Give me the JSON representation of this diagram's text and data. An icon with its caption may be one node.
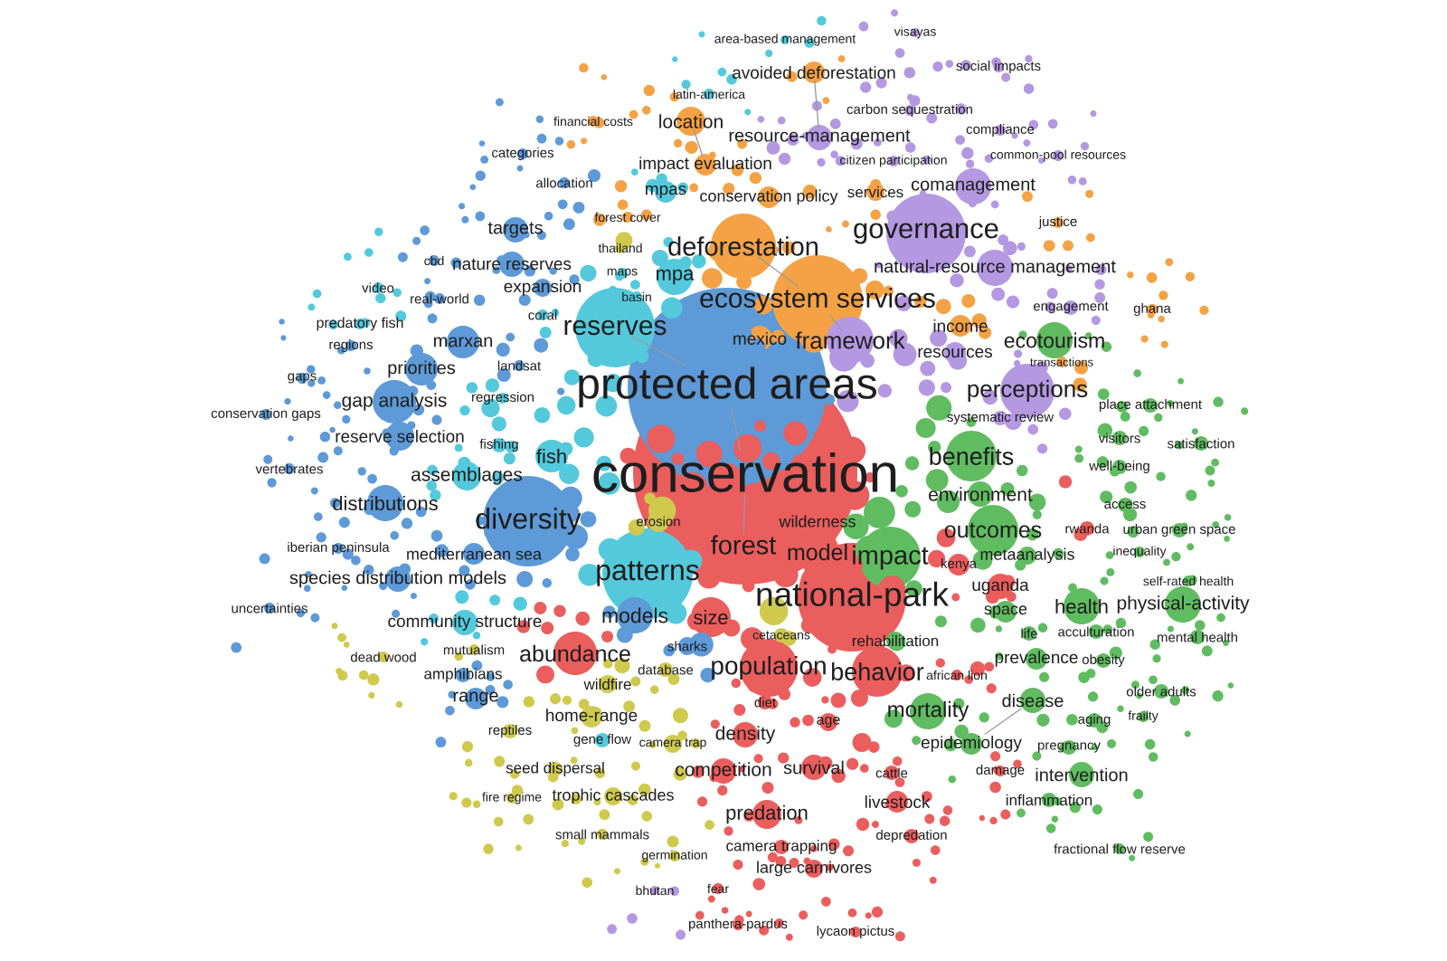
{
  "diagram": {
    "nodes": [
      {
        "text": [
          "visayas"
        ]
      },
      {
        "text": [
          "area-based management"
        ]
      },
      {
        "text": [
          "social impacts"
        ]
      },
      {
        "text": [
          "avoided deforestation"
        ]
      },
      {
        "text": [
          "latin-america"
        ]
      },
      {
        "text": [
          "carbon sequestration"
        ]
      },
      {
        "text": [
          "financial costs"
        ]
      },
      {
        "text": [
          "location"
        ]
      },
      {
        "text": [
          "compliance"
        ]
      },
      {
        "text": [
          "resource-management"
        ]
      },
      {
        "text": [
          "categories"
        ]
      },
      {
        "text": [
          "common-pool resources"
        ]
      },
      {
        "text": [
          "citizen participation"
        ]
      },
      {
        "text": [
          "impact evaluation"
        ]
      },
      {
        "text": [
          "allocation"
        ]
      },
      {
        "text": [
          "comanagement"
        ]
      },
      {
        "text": [
          "mpas"
        ]
      },
      {
        "text": [
          "services"
        ]
      },
      {
        "text": [
          "conservation policy"
        ]
      },
      {
        "text": [
          "forest cover"
        ]
      },
      {
        "text": [
          "justice"
        ]
      },
      {
        "text": [
          "targets"
        ]
      },
      {
        "text": [
          "governance"
        ]
      },
      {
        "text": [
          "deforestation"
        ]
      },
      {
        "text": [
          "thailand"
        ]
      },
      {
        "text": [
          "cbd"
        ]
      },
      {
        "text": [
          "nature reserves"
        ]
      },
      {
        "text": [
          "natural-resource management"
        ]
      },
      {
        "text": [
          "maps"
        ]
      },
      {
        "text": [
          "mpa"
        ]
      },
      {
        "text": [
          "video"
        ]
      },
      {
        "text": [
          "expansion"
        ]
      },
      {
        "text": [
          "basin"
        ]
      },
      {
        "text": [
          "real-world"
        ]
      },
      {
        "text": [
          "ecosystem services"
        ]
      },
      {
        "text": [
          "engagement"
        ]
      },
      {
        "text": [
          "ghana"
        ]
      },
      {
        "text": [
          "coral"
        ]
      },
      {
        "text": [
          "predatory fish"
        ]
      },
      {
        "text": [
          "income"
        ]
      },
      {
        "text": [
          "reserves"
        ]
      },
      {
        "text": [
          "mexico"
        ]
      },
      {
        "text": [
          "framework"
        ]
      },
      {
        "text": [
          "ecotourism"
        ]
      },
      {
        "text": [
          "marxan"
        ]
      },
      {
        "text": [
          "regions"
        ]
      },
      {
        "text": [
          "resources"
        ]
      },
      {
        "text": [
          "transactions"
        ]
      },
      {
        "text": [
          "landsat"
        ]
      },
      {
        "text": [
          "priorities"
        ]
      },
      {
        "text": [
          "gaps"
        ]
      },
      {
        "text": [
          "protected areas"
        ]
      },
      {
        "text": [
          "perceptions"
        ]
      },
      {
        "text": [
          "regression"
        ]
      },
      {
        "text": [
          "gap analysis"
        ]
      },
      {
        "text": [
          "place attachment"
        ]
      },
      {
        "text": [
          "conservation gaps"
        ]
      },
      {
        "text": [
          "systematic review"
        ]
      },
      {
        "text": [
          "reserve selection"
        ]
      },
      {
        "text": [
          "visitors"
        ]
      },
      {
        "text": [
          "satisfaction"
        ]
      },
      {
        "text": [
          "fishing"
        ]
      },
      {
        "text": [
          "fish"
        ]
      },
      {
        "text": [
          "benefits"
        ]
      },
      {
        "text": [
          "well-being"
        ]
      },
      {
        "text": [
          "vertebrates"
        ]
      },
      {
        "text": [
          "conservation"
        ]
      },
      {
        "text": [
          "assemblages"
        ]
      },
      {
        "text": [
          "environment"
        ]
      },
      {
        "text": [
          "distributions"
        ]
      },
      {
        "text": [
          "access"
        ]
      },
      {
        "text": [
          "diversity"
        ]
      },
      {
        "text": [
          "erosion"
        ]
      },
      {
        "text": [
          "wilderness"
        ]
      },
      {
        "text": [
          "rwanda"
        ]
      },
      {
        "text": [
          "outcomes"
        ]
      },
      {
        "text": [
          "urban green space"
        ]
      },
      {
        "text": [
          "forest"
        ]
      },
      {
        "text": [
          "iberian peninsula"
        ]
      },
      {
        "text": [
          "model"
        ]
      },
      {
        "text": [
          "mediterranean sea"
        ]
      },
      {
        "text": [
          "inequality"
        ]
      },
      {
        "text": [
          "metaanalysis"
        ]
      },
      {
        "text": [
          "impact"
        ]
      },
      {
        "text": [
          "kenya"
        ]
      },
      {
        "text": [
          "patterns"
        ]
      },
      {
        "text": [
          "species distribution models"
        ]
      },
      {
        "text": [
          "self-rated health"
        ]
      },
      {
        "text": [
          "uganda"
        ]
      },
      {
        "text": [
          "national-park"
        ]
      },
      {
        "text": [
          "health"
        ]
      },
      {
        "text": [
          "physical-activity"
        ]
      },
      {
        "text": [
          "uncertainties"
        ]
      },
      {
        "text": [
          "space"
        ]
      },
      {
        "text": [
          "models"
        ]
      },
      {
        "text": [
          "size"
        ]
      },
      {
        "text": [
          "community structure"
        ]
      },
      {
        "text": [
          "life"
        ]
      },
      {
        "text": [
          "acculturation"
        ]
      },
      {
        "text": [
          "cetaceans"
        ]
      },
      {
        "text": [
          "mental health"
        ]
      },
      {
        "text": [
          "rehabilitation"
        ]
      },
      {
        "text": [
          "sharks"
        ]
      },
      {
        "text": [
          "mutualism"
        ]
      },
      {
        "text": [
          "abundance"
        ]
      },
      {
        "text": [
          "dead wood"
        ]
      },
      {
        "text": [
          "prevalence"
        ]
      },
      {
        "text": [
          "obesity"
        ]
      },
      {
        "text": [
          "population"
        ]
      },
      {
        "text": [
          "database"
        ]
      },
      {
        "text": [
          "behavior"
        ]
      },
      {
        "text": [
          "amphibians"
        ]
      },
      {
        "text": [
          "african lion"
        ]
      },
      {
        "text": [
          "wildfire"
        ]
      },
      {
        "text": [
          "older adults"
        ]
      },
      {
        "text": [
          "range"
        ]
      },
      {
        "text": [
          "disease"
        ]
      },
      {
        "text": [
          "diet"
        ]
      },
      {
        "text": [
          "mortality"
        ]
      },
      {
        "text": [
          "home-range"
        ]
      },
      {
        "text": [
          "frailty"
        ]
      },
      {
        "text": [
          "aging"
        ]
      },
      {
        "text": [
          "age"
        ]
      },
      {
        "text": [
          "reptiles"
        ]
      },
      {
        "text": [
          "density"
        ]
      },
      {
        "text": [
          "gene flow"
        ]
      },
      {
        "text": [
          "camera trap"
        ]
      },
      {
        "text": [
          "epidemiology"
        ]
      },
      {
        "text": [
          "pregnancy"
        ]
      },
      {
        "text": [
          "survival"
        ]
      },
      {
        "text": [
          "seed dispersal"
        ]
      },
      {
        "text": [
          "competition"
        ]
      },
      {
        "text": [
          "damage"
        ]
      },
      {
        "text": [
          "cattle"
        ]
      },
      {
        "text": [
          "intervention"
        ]
      },
      {
        "text": [
          "trophic cascades"
        ]
      },
      {
        "text": [
          "fire regime"
        ]
      },
      {
        "text": [
          "inflammation"
        ]
      },
      {
        "text": [
          "livestock"
        ]
      },
      {
        "text": [
          "predation"
        ]
      },
      {
        "text": [
          "small mammals"
        ]
      },
      {
        "text": [
          "depredation"
        ]
      },
      {
        "text": [
          "camera trapping"
        ]
      },
      {
        "text": [
          "fractional flow reserve"
        ]
      },
      {
        "text": [
          "germination"
        ]
      },
      {
        "text": [
          "large carnivores"
        ]
      },
      {
        "text": [
          "fear"
        ]
      },
      {
        "text": [
          "bhutan"
        ]
      },
      {
        "text": [
          "panthera-pardus"
        ]
      },
      {
        "text": [
          "lycaon pictus"
        ]
      }
    ],
    "edges": [
      {
        "from": 3,
        "to": 9,
        "arrow": "none"
      },
      {
        "from": 7,
        "to": 13,
        "arrow": "none"
      },
      {
        "from": 23,
        "to": 34,
        "arrow": "none"
      },
      {
        "from": 34,
        "to": 42,
        "arrow": "none"
      },
      {
        "from": 40,
        "to": 51,
        "arrow": "none"
      },
      {
        "from": 51,
        "to": 66,
        "arrow": "none"
      },
      {
        "from": 66,
        "to": 77,
        "arrow": "none"
      },
      {
        "from": 116,
        "to": 127,
        "arrow": "none"
      }
    ]
  }
}
